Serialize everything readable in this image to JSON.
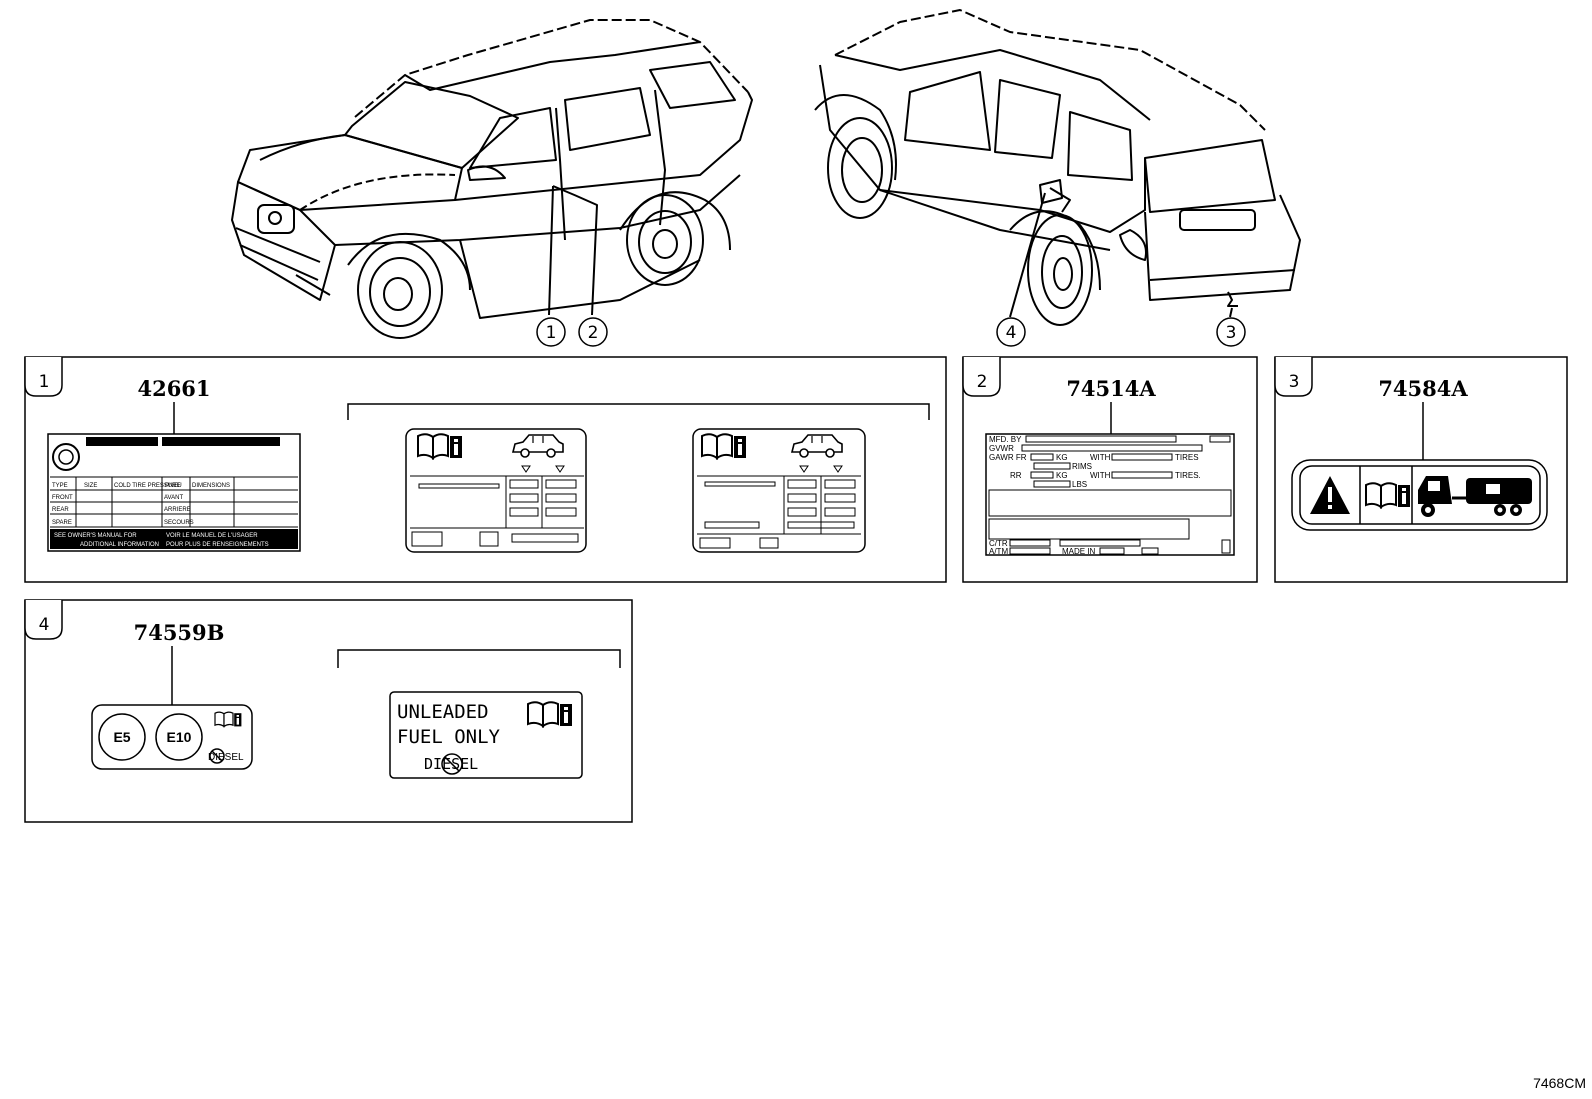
{
  "diagram_code": "7468CM",
  "callouts": [
    "1",
    "2",
    "4",
    "3"
  ],
  "panels": [
    {
      "index": "1",
      "part_number": "42661"
    },
    {
      "index": "2",
      "part_number": "74514A"
    },
    {
      "index": "3",
      "part_number": "74584A"
    },
    {
      "index": "4",
      "part_number": "74559B"
    }
  ],
  "label_74514A": {
    "mfd": "MFD. BY",
    "gvwr": "GVWR",
    "gawr_fr": "GAWR FR",
    "kg": "KG",
    "with": "WITH",
    "tires": "TIRES",
    "rims": "RIMS",
    "rr": "RR",
    "kg2": "KG",
    "with2": "WITH",
    "tires2": "TIRES.",
    "lbs": "LBS",
    "c_tr": "C/TR",
    "a_tm": "A/TM",
    "made_in": "MADE IN"
  },
  "label_fuel_small": {
    "e5": "E5",
    "e10": "E10",
    "diesel": "DIESEL"
  },
  "label_fuel_large": {
    "line1": "UNLEADED",
    "line2": "FUEL ONLY",
    "diesel": "DIESEL"
  },
  "label_42661": {
    "type": "TYPE",
    "size": "SIZE",
    "cold_press": "COLD TIRE PRESSURE",
    "pneu": "PNEU",
    "dimensions": "DIMENSIONS",
    "front": "FRONT",
    "rear": "REAR",
    "spare": "SPARE",
    "avant": "AVANT",
    "arriere": "ARRIERE",
    "secours": "SECOURS",
    "footer_en_1": "SEE OWNER'S MANUAL FOR",
    "footer_en_2": "ADDITIONAL INFORMATION",
    "footer_fr_1": "VOIR LE MANUEL DE L'USAGER",
    "footer_fr_2": "POUR PLUS DE RENSEIGNEMENTS"
  }
}
